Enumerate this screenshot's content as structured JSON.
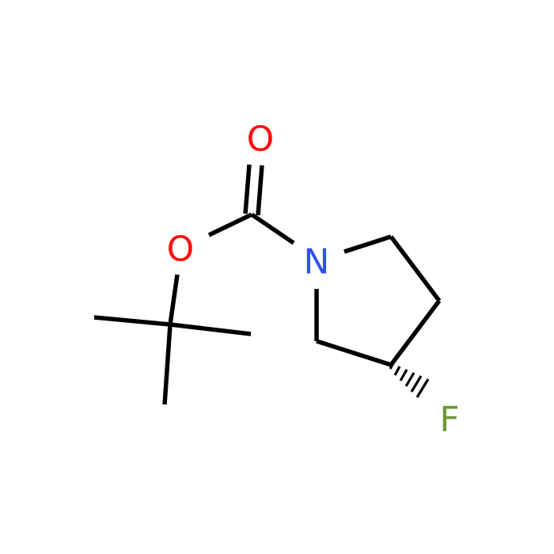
{
  "molecule": {
    "atoms": {
      "carbonyl_oxygen": {
        "label": "O",
        "color": "#ff0d0d"
      },
      "ester_oxygen": {
        "label": "O",
        "color": "#ff0d0d"
      },
      "ring_nitrogen": {
        "label": "N",
        "color": "#3050f8"
      },
      "fluorine": {
        "label": "F",
        "color": "#6a9a3a"
      }
    },
    "bond_color": "#000000",
    "background": "#ffffff"
  }
}
